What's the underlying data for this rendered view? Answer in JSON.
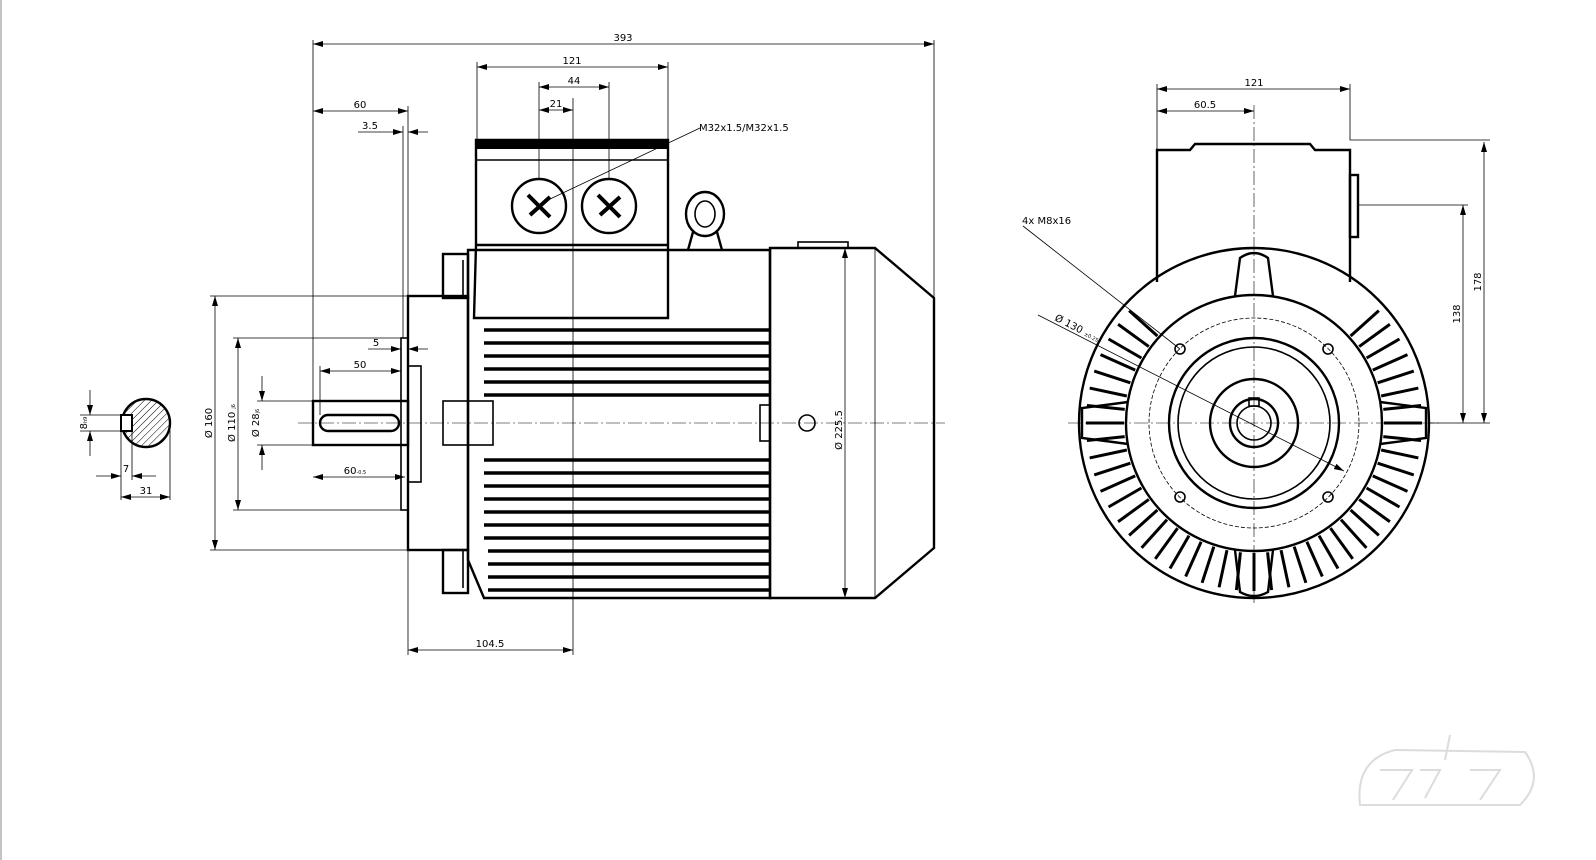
{
  "drawing": {
    "side_view": {
      "overall_length": "393",
      "terminal_box_width": "121",
      "gland_spacing": "44",
      "gland_offset": "21",
      "flange_to_shaft": "60",
      "flange_thickness": "3.5",
      "gland_callout": "M32x1.5/M32x1.5",
      "spigot_depth": "5",
      "keyway_length": "50",
      "shaft_length": "60",
      "shaft_length_tol": "-0.5",
      "flange_to_box_center": "104.5",
      "flange_diameter": "Ø 160",
      "spigot_diameter": "Ø 110",
      "spigot_tol": "j6",
      "shaft_diameter": "Ø 28",
      "shaft_tol": "j6",
      "body_diameter": "Ø 225.5"
    },
    "shaft_section": {
      "key_width": "8",
      "key_tol": "h9",
      "key_height": "7",
      "shaft_height": "31"
    },
    "end_view": {
      "box_width": "121",
      "box_half_width": "60.5",
      "bolt_callout": "4x  M8x16",
      "pitch_diameter": "Ø 130",
      "pitch_tol": "±0.25",
      "gland_height": "138",
      "total_height": "178"
    },
    "watermark": "Z&Z"
  }
}
